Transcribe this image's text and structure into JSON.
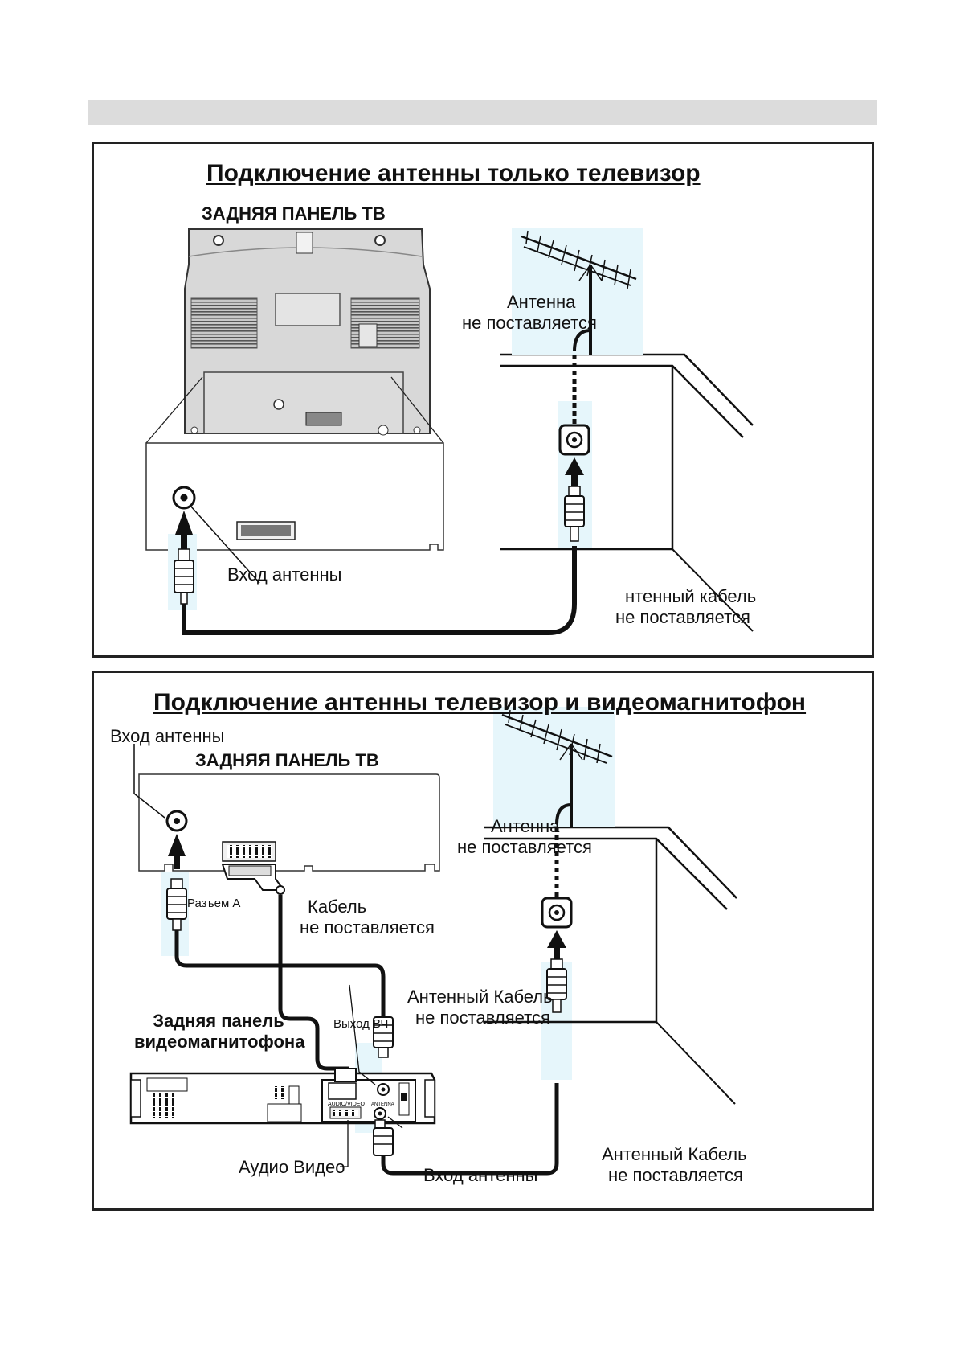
{
  "panel1": {
    "title": "Подключение антенны  только телевизор",
    "back_panel_label": "ЗАДНЯЯ ПАНЕЛЬ ТВ",
    "antenna_line1": "Антенна",
    "antenna_line2": "не поставляется",
    "input_label": "Вход  антенны",
    "cable_line1": "нтенный кабель",
    "cable_line2": "не поставляется"
  },
  "panel2": {
    "title": "Подключение антенны   телевизор и видеомагнитофон",
    "input_top_label": "Вход  антенны",
    "back_panel_label": "ЗАДНЯЯ ПАНЕЛЬ ТВ",
    "connector_label": "Разъем A",
    "scart_cable_line1": "Кабель",
    "scart_cable_line2": "не поставляется",
    "antenna_line1": "Антенна",
    "antenna_line2": "не поставляется",
    "vcr_label_line1": "Задняя панель",
    "vcr_label_line2": "видеомагнитофона",
    "rf_out_label": "Выход ВЧ",
    "rf_cable_line1": "Антенный Кабель",
    "rf_cable_line2": "не поставляется",
    "audio_video_label": "Аудио Видео",
    "vcr_input_label": "Вход  антенны",
    "ant_cable_line1": "Антенный Кабель",
    "ant_cable_line2": "не поставляется",
    "vcr_av_marking": "AUDIO/VIDEO",
    "vcr_ant_marking": "ANTENNA"
  },
  "colors": {
    "line": "#111111",
    "tv_body": "#d9d9d9",
    "glow": "#e6f6fb",
    "header_bar": "#dcdcdc"
  }
}
